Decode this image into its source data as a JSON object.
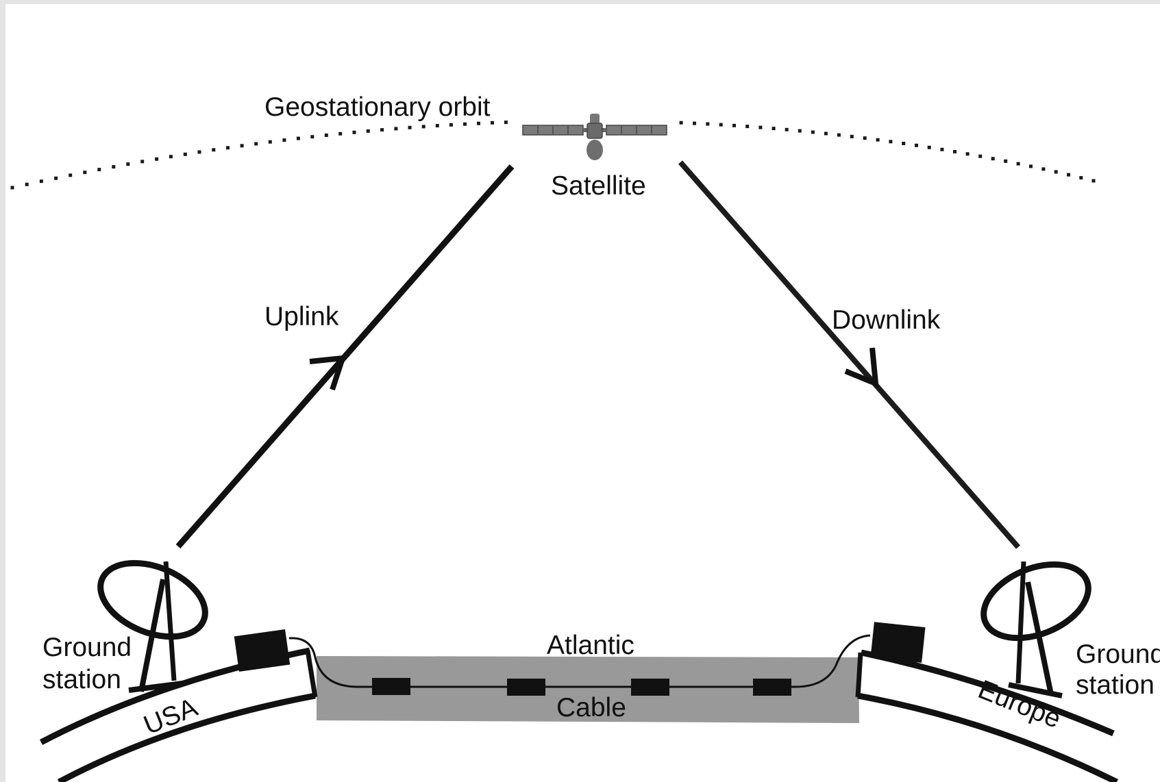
{
  "labels": {
    "orbit": "Geostationary orbit",
    "satellite": "Satellite",
    "uplink": "Uplink",
    "downlink": "Downlink",
    "ground_left_1": "Ground",
    "ground_left_2": "station",
    "ground_right_1": "Ground",
    "ground_right_2": "station",
    "usa": "USA",
    "europe": "Europe",
    "atlantic": "Atlantic",
    "cable": "Cable"
  },
  "colors": {
    "line": "#111111",
    "ocean": "#999999",
    "satellite": "#7a7a7a",
    "background": "#ffffff"
  }
}
